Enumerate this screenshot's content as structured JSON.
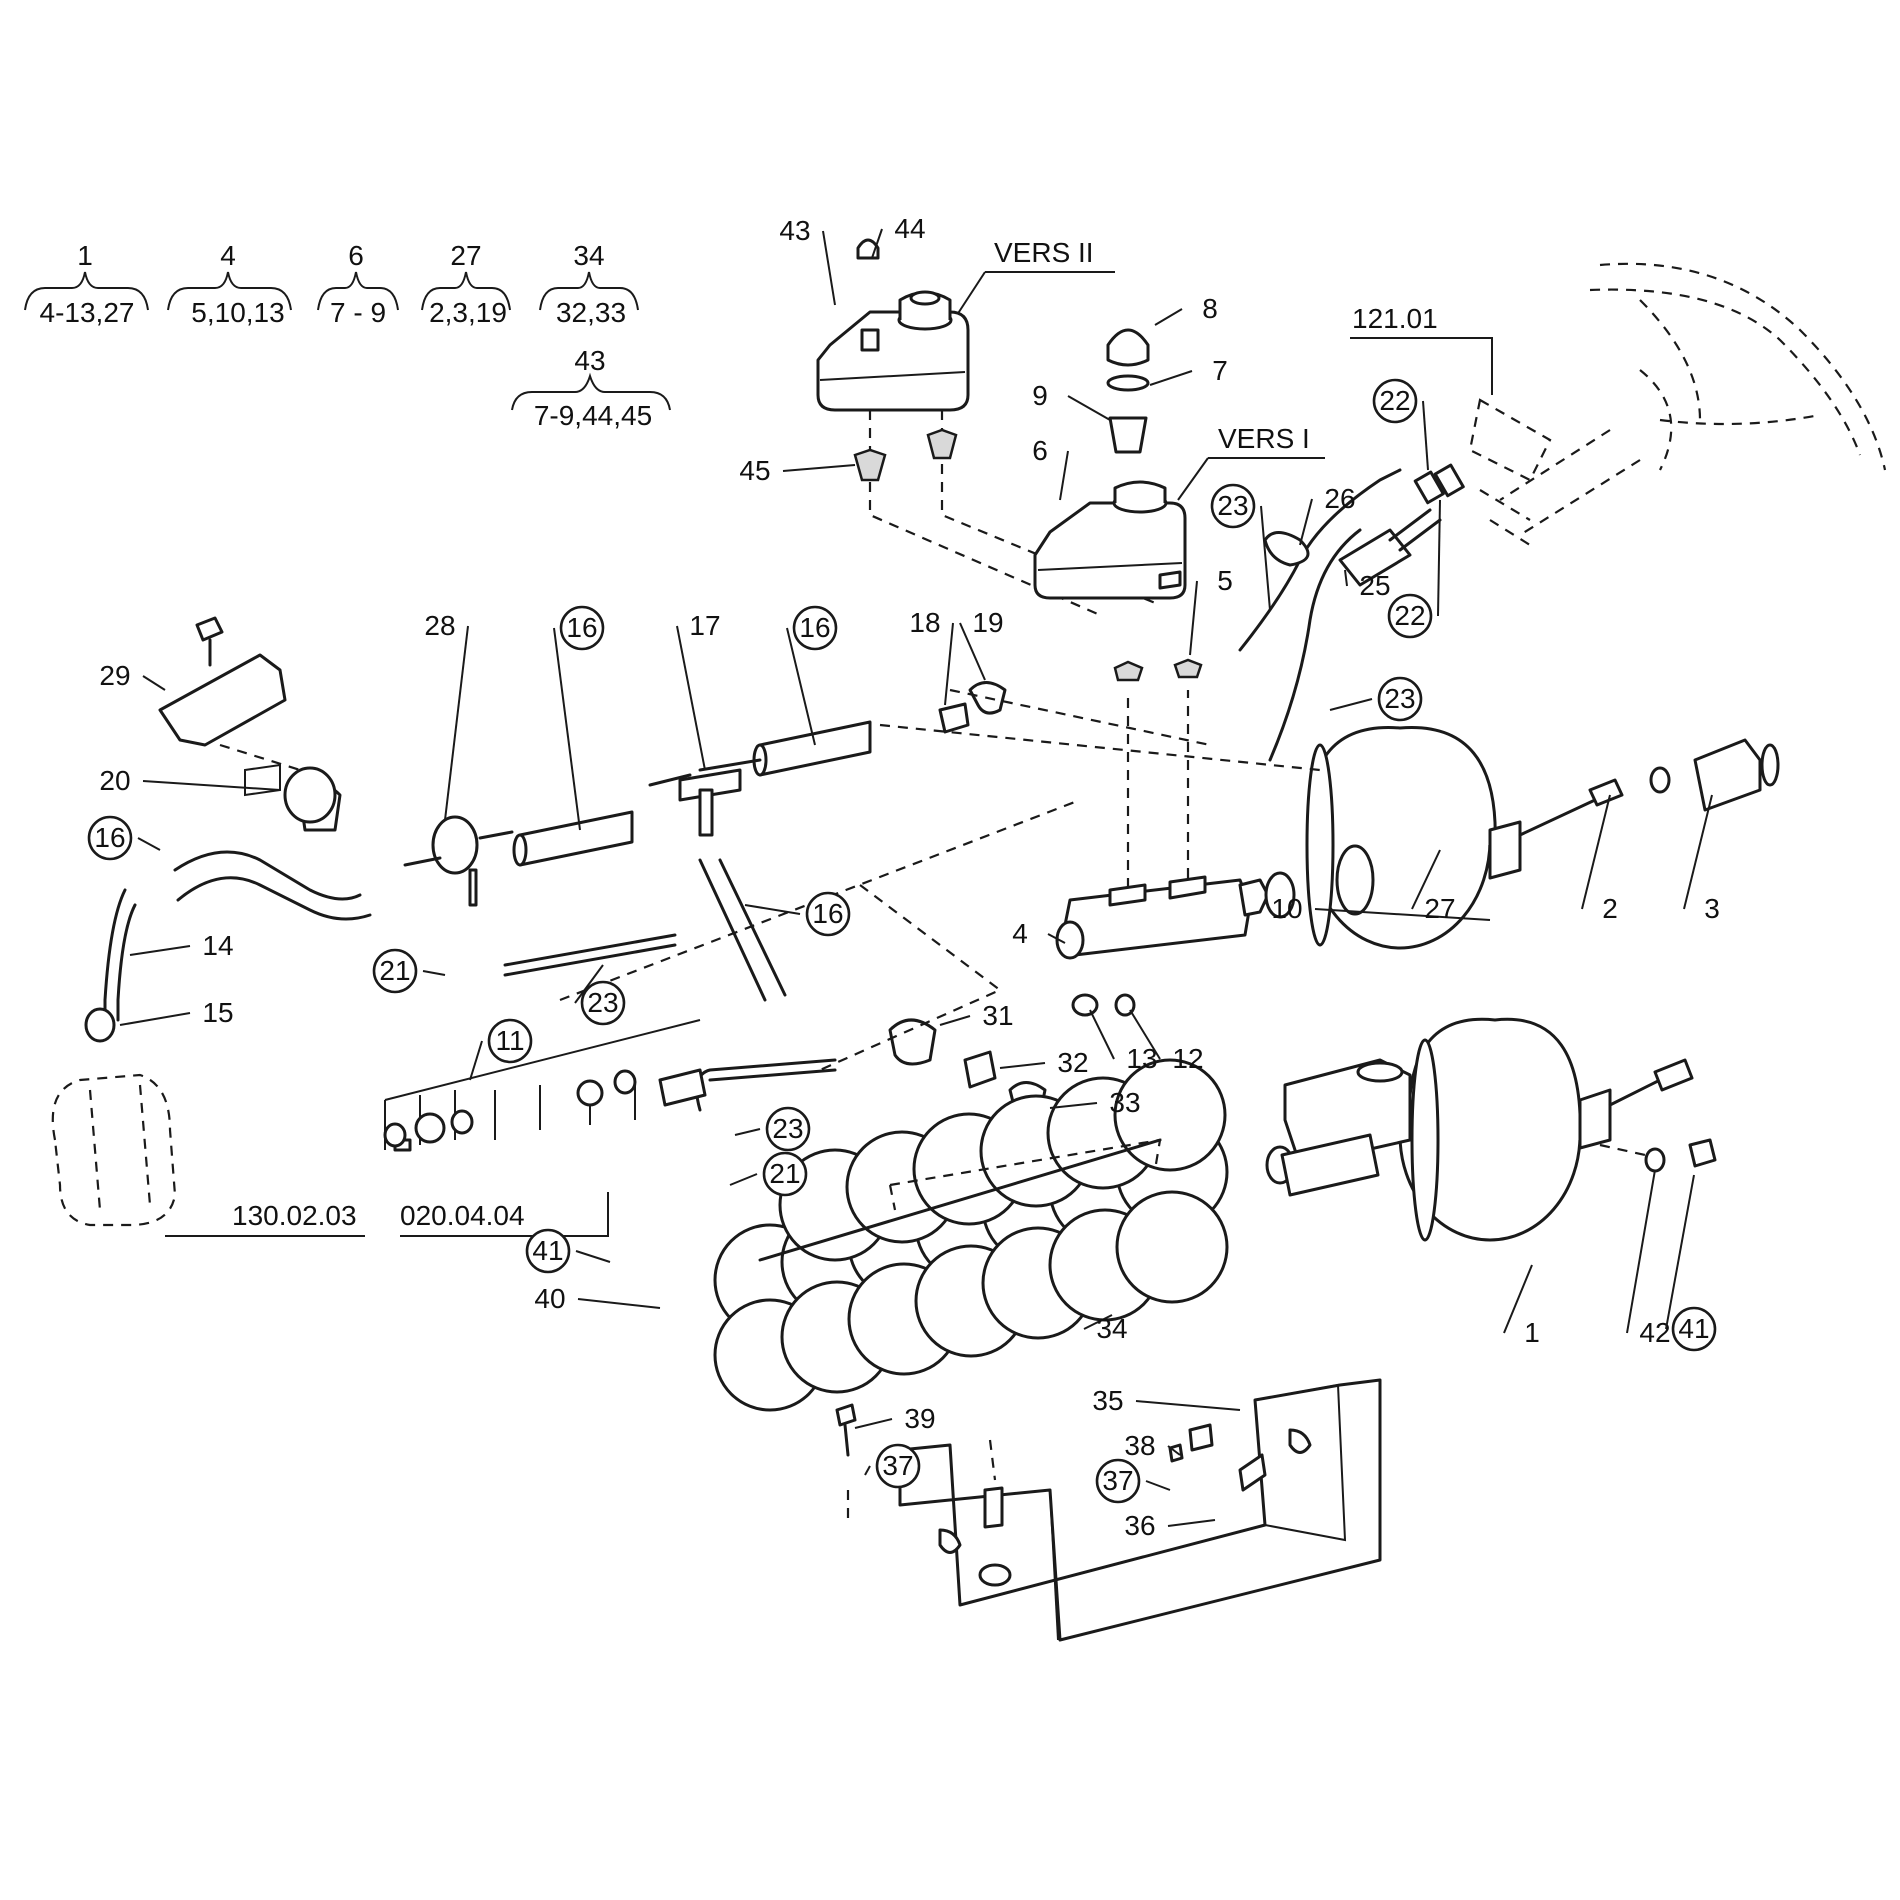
{
  "groups": [
    {
      "head": "1",
      "members": "4-13,27"
    },
    {
      "head": "4",
      "members": "5,10,13"
    },
    {
      "head": "6",
      "members": "7 - 9"
    },
    {
      "head": "27",
      "members": "2,3,19"
    },
    {
      "head": "34",
      "members": "32,33"
    },
    {
      "head": "43",
      "members": "7-9,44,45"
    }
  ],
  "variants": {
    "v2": "VERS II",
    "v1": "VERS I"
  },
  "references": {
    "steering": "121.01",
    "caliper": "130.02.03",
    "clamp": "020.04.04"
  },
  "callouts": [
    {
      "n": "43",
      "circled": false
    },
    {
      "n": "44",
      "circled": false
    },
    {
      "n": "45",
      "circled": false
    },
    {
      "n": "8",
      "circled": false
    },
    {
      "n": "7",
      "circled": false
    },
    {
      "n": "9",
      "circled": false
    },
    {
      "n": "6",
      "circled": false
    },
    {
      "n": "22",
      "circled": true
    },
    {
      "n": "22",
      "circled": true
    },
    {
      "n": "26",
      "circled": false
    },
    {
      "n": "23",
      "circled": true
    },
    {
      "n": "25",
      "circled": false
    },
    {
      "n": "5",
      "circled": false
    },
    {
      "n": "23",
      "circled": true
    },
    {
      "n": "29",
      "circled": false
    },
    {
      "n": "28",
      "circled": false
    },
    {
      "n": "16",
      "circled": true
    },
    {
      "n": "17",
      "circled": false
    },
    {
      "n": "16",
      "circled": true
    },
    {
      "n": "18",
      "circled": false
    },
    {
      "n": "19",
      "circled": false
    },
    {
      "n": "20",
      "circled": false
    },
    {
      "n": "16",
      "circled": true
    },
    {
      "n": "14",
      "circled": false
    },
    {
      "n": "21",
      "circled": true
    },
    {
      "n": "23",
      "circled": true
    },
    {
      "n": "16",
      "circled": true
    },
    {
      "n": "4",
      "circled": false
    },
    {
      "n": "10",
      "circled": false
    },
    {
      "n": "27",
      "circled": false
    },
    {
      "n": "2",
      "circled": false
    },
    {
      "n": "3",
      "circled": false
    },
    {
      "n": "15",
      "circled": false
    },
    {
      "n": "11",
      "circled": true
    },
    {
      "n": "31",
      "circled": false
    },
    {
      "n": "32",
      "circled": false
    },
    {
      "n": "13",
      "circled": false
    },
    {
      "n": "12",
      "circled": false
    },
    {
      "n": "33",
      "circled": false
    },
    {
      "n": "23",
      "circled": true
    },
    {
      "n": "21",
      "circled": true
    },
    {
      "n": "41",
      "circled": true
    },
    {
      "n": "40",
      "circled": false
    },
    {
      "n": "34",
      "circled": false
    },
    {
      "n": "1",
      "circled": false
    },
    {
      "n": "42",
      "circled": false
    },
    {
      "n": "41",
      "circled": true
    },
    {
      "n": "39",
      "circled": false
    },
    {
      "n": "37",
      "circled": true
    },
    {
      "n": "35",
      "circled": false
    },
    {
      "n": "38",
      "circled": false
    },
    {
      "n": "37",
      "circled": true
    },
    {
      "n": "36",
      "circled": false
    }
  ]
}
